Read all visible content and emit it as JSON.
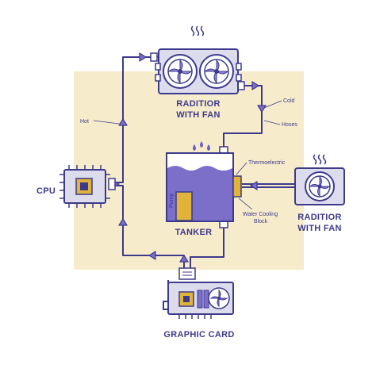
{
  "labels": {
    "radiator_top_line1": "RADITIOR",
    "radiator_top_line2": "WITH FAN",
    "radiator_right_line1": "RADITIOR",
    "radiator_right_line2": "WITH FAN",
    "cpu": "CPU",
    "tanker": "TANKER",
    "graphic_card": "GRAPHIC CARD",
    "hot": "Hot",
    "cold": "Cold",
    "hoses": "Hoses",
    "thermoelectric": "Thermoelectric",
    "pump": "Pump",
    "water_cooling_line1": "Water Cooling",
    "water_cooling_line2": "Block"
  },
  "colors": {
    "outline": "#3d3a8c",
    "accent": "#7b6fc9",
    "highlight": "#f6eccb",
    "device_fill": "#dcdcec",
    "fan_blade": "#8e86d4",
    "chip_gold": "#e0b43a",
    "water_drop": "#6a5fc4",
    "background": "#ffffff"
  },
  "icons": [
    "heat-waves-icon",
    "fan-icon",
    "cpu-chip-icon",
    "water-drop-icon",
    "flow-arrow-icon"
  ]
}
